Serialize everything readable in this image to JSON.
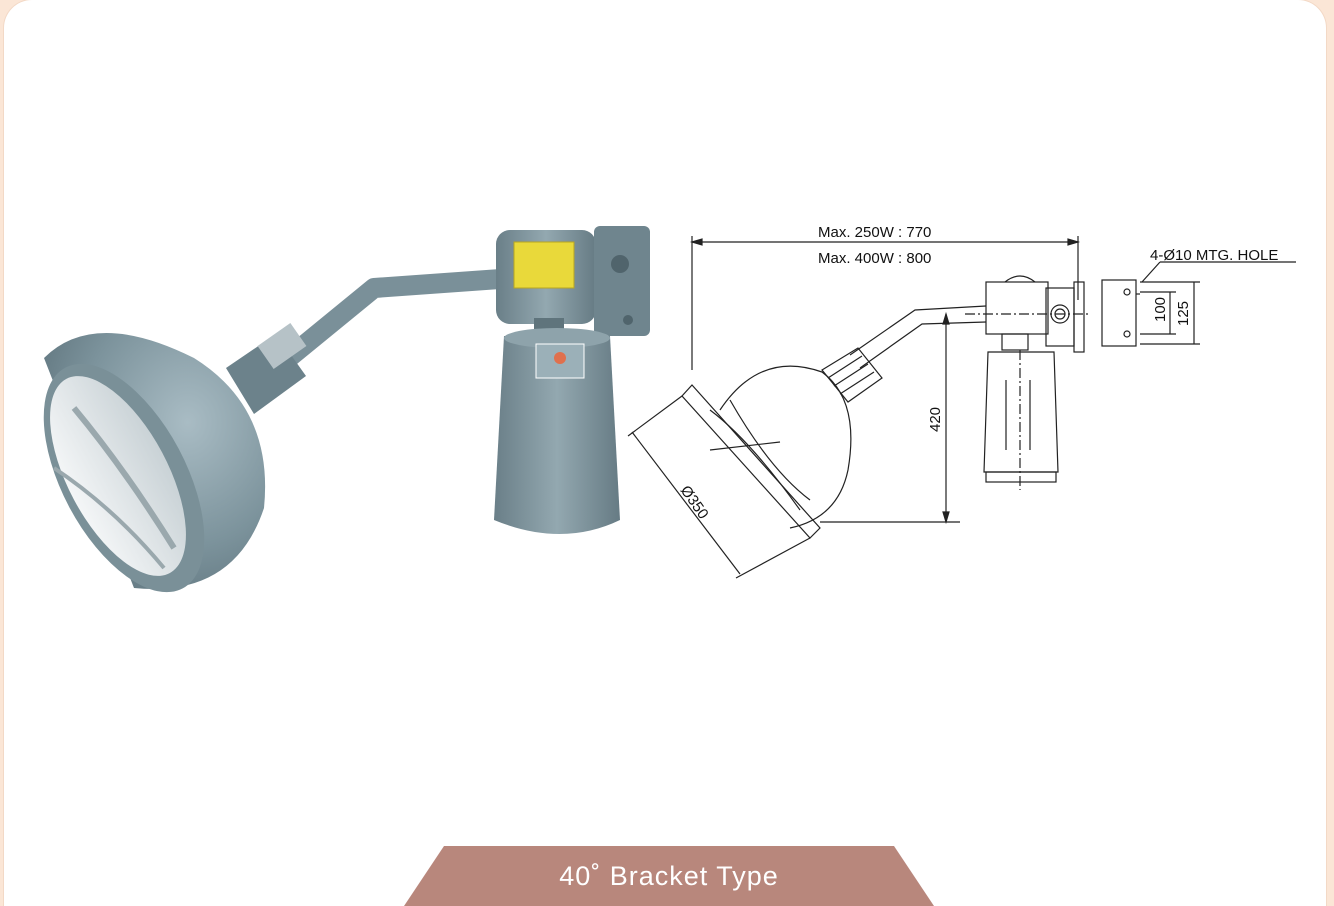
{
  "caption": {
    "title": "40˚ Bracket Type"
  },
  "drawing": {
    "dim_length_250w": "Max. 250W : 770",
    "dim_length_400w": "Max. 400W : 800",
    "dim_mounting_hole": "4-Ø10 MTG. HOLE",
    "dim_100": "100",
    "dim_125": "125",
    "dim_height": "420",
    "dim_diameter": "Ø350"
  },
  "colors": {
    "background": "#fbe6d6",
    "card": "#ffffff",
    "banner": "#b8877c",
    "fixture_body": "#7f969f",
    "label_yellow": "#e9d93a"
  }
}
